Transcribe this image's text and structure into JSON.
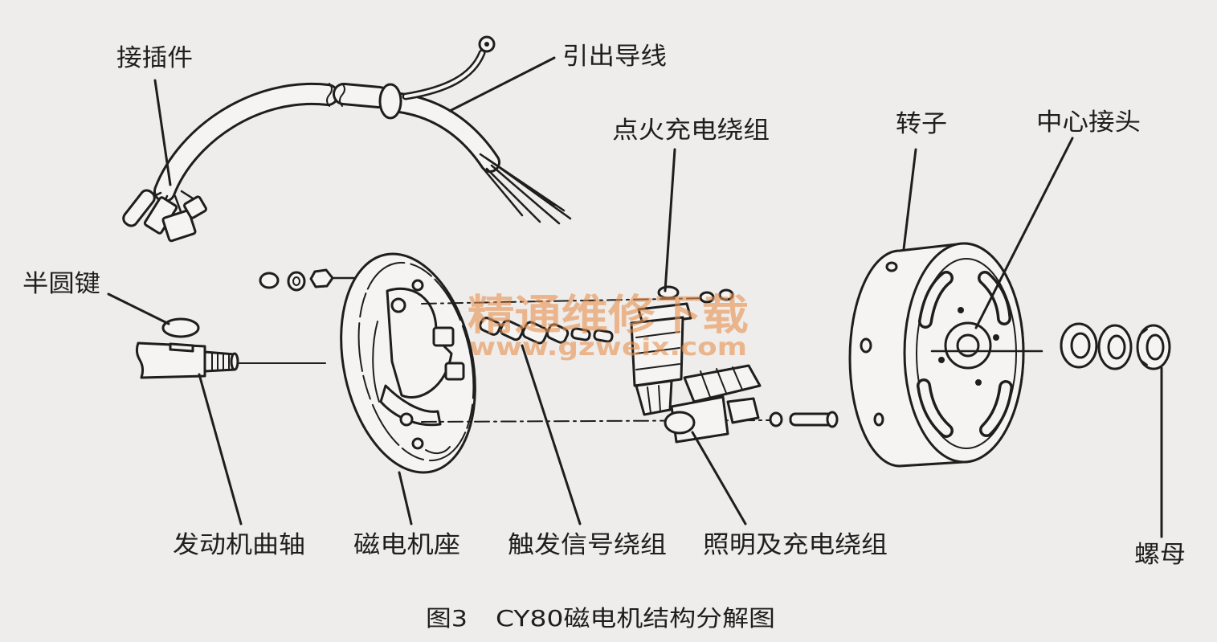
{
  "labels": {
    "connector": "接插件",
    "lead_wires": "引出导线",
    "ignition_charging_winding": "点火充电绕组",
    "rotor": "转子",
    "center_hub": "中心接头",
    "woodruff_key": "半圆键",
    "crankshaft": "发动机曲轴",
    "magneto_base": "磁电机座",
    "trigger_signal_winding": "触发信号绕组",
    "lighting_charging_winding": "照明及充电绕组",
    "nut": "螺母"
  },
  "caption": {
    "figure_number": "图3",
    "title": "CY80磁电机结构分解图"
  },
  "watermark": {
    "name": "精通维修下载",
    "url": "www.gzweix.com"
  },
  "colors": {
    "background": "#eeedeb",
    "line": "#1e1e1e",
    "watermark": "#e8914f"
  }
}
